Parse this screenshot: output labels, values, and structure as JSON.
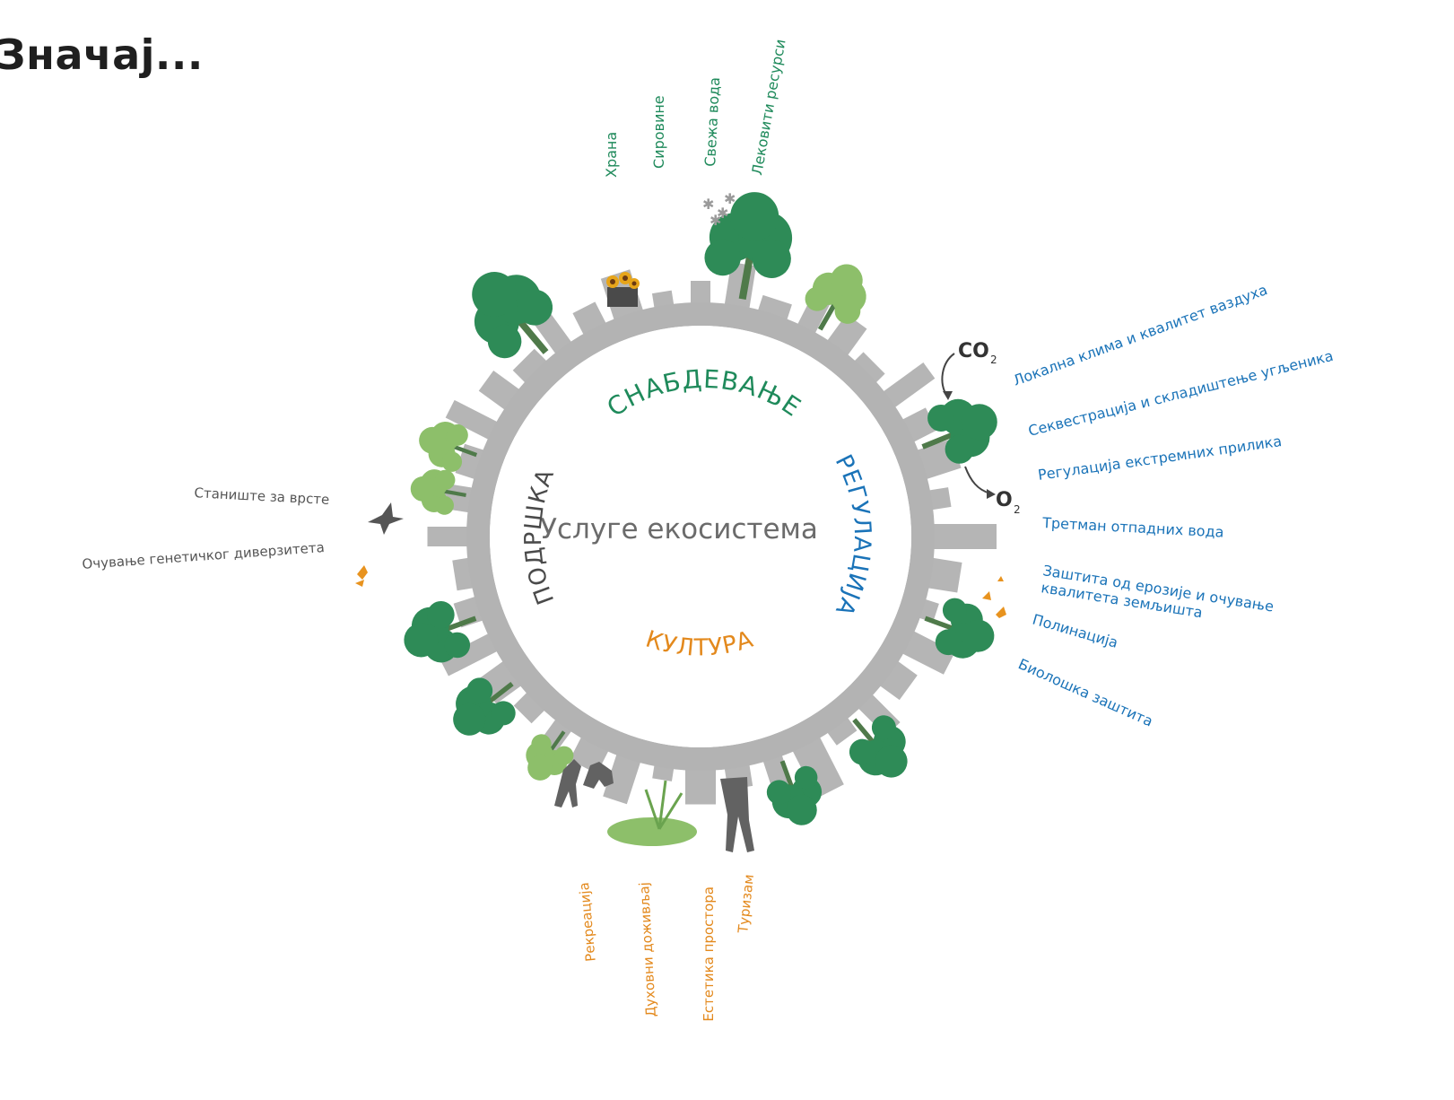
{
  "title": "Значај...",
  "center_label": "Услуге екосистема",
  "colors": {
    "provisioning": "#1f8a5b",
    "regulating": "#1a73b8",
    "cultural": "#e3891d",
    "supporting": "#5a5a5a",
    "ring": "#b3b3b3",
    "tree_dark": "#2e8b57",
    "tree_light": "#8dbf6a",
    "silhouette": "#5f5f5f"
  },
  "categories": {
    "provisioning": {
      "label": "СНАБДЕВАЊЕ",
      "services": [
        "Храна",
        "Сировине",
        "Свежа вода",
        "Лековити ресурси"
      ]
    },
    "regulating": {
      "label": "РЕГУЛАЦИЈА",
      "services": [
        "Локална клима и квалитет ваздуха",
        "Секвестрација и складиштење угљеника",
        "Регулација екстремних прилика",
        "Третман отпадних вода",
        "Заштита од ерозије и очување",
        "квалитета земљишта",
        "Полинација",
        "Биолошка заштита"
      ]
    },
    "cultural": {
      "label": "КУЛТУРА",
      "services": [
        "Рекреација",
        "Духовни доживљај",
        "Естетика простора",
        "Туризам"
      ]
    },
    "supporting": {
      "label": "ПОДРШКА",
      "services": [
        "Станиште за врсте",
        "Очување генетичког диверзитета"
      ]
    }
  },
  "gas_labels": {
    "co2": "CO",
    "o2": "O",
    "subscript": "2"
  },
  "icons": [
    "tree-icon",
    "bird-icon",
    "butterfly-icon",
    "sunflower-icon",
    "snowflake-icon",
    "person-icon"
  ]
}
